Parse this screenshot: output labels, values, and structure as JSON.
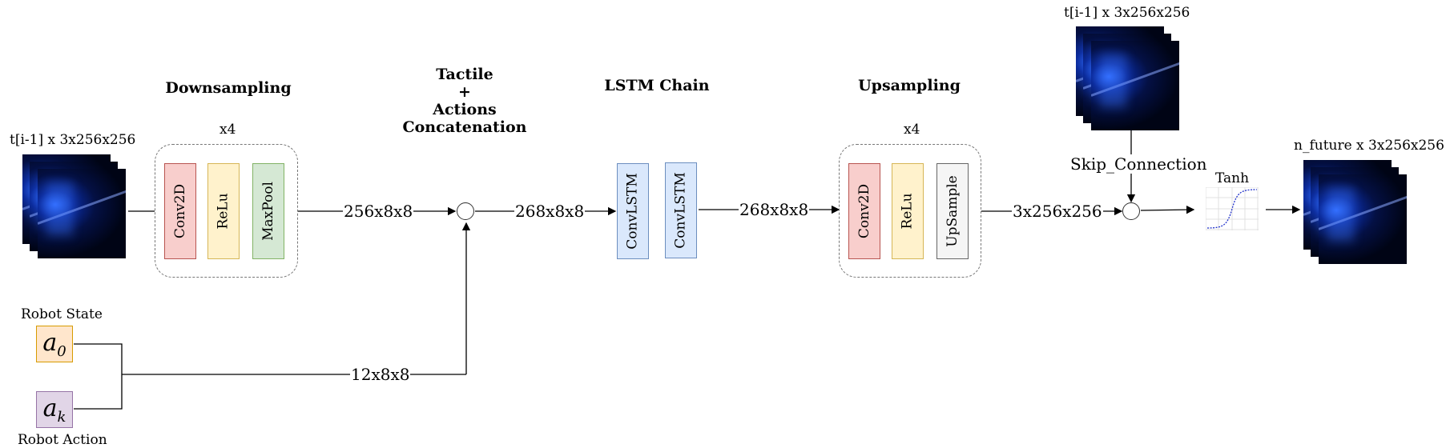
{
  "titles": {
    "downsampling": "Downsampling",
    "concat_line1": "Tactile",
    "concat_line2": "+",
    "concat_line3": "Actions",
    "concat_line4": "Concatenation",
    "lstm": "LSTM Chain",
    "upsampling": "Upsampling"
  },
  "input_label": "t[i-1] x 3x256x256",
  "skip_input_label": "t[i-1] x 3x256x256",
  "output_label": "n_future x 3x256x256",
  "down_group": {
    "repeat": "x4",
    "blocks": [
      "Conv2D",
      "ReLu",
      "MaxPool"
    ]
  },
  "lstm_blocks": [
    "ConvLSTM",
    "ConvLSTM"
  ],
  "up_group": {
    "repeat": "x4",
    "blocks": [
      "Conv2D",
      "ReLu",
      "UpSample"
    ]
  },
  "edges": {
    "down_to_concat": "256x8x8",
    "concat_to_lstm": "268x8x8",
    "lstm_to_up": "268x8x8",
    "up_to_skip": "3x256x256",
    "actions_to_concat": "12x8x8",
    "skip": "Skip_Connection"
  },
  "activation": {
    "label": "Tanh"
  },
  "robot": {
    "state_label": "Robot State",
    "action_label": "Robot Action",
    "state_symbol": "a",
    "state_sub": "0",
    "action_symbol": "a",
    "action_sub": "k",
    "state_color": "#ffe6cc",
    "action_color": "#e1d5e7"
  }
}
